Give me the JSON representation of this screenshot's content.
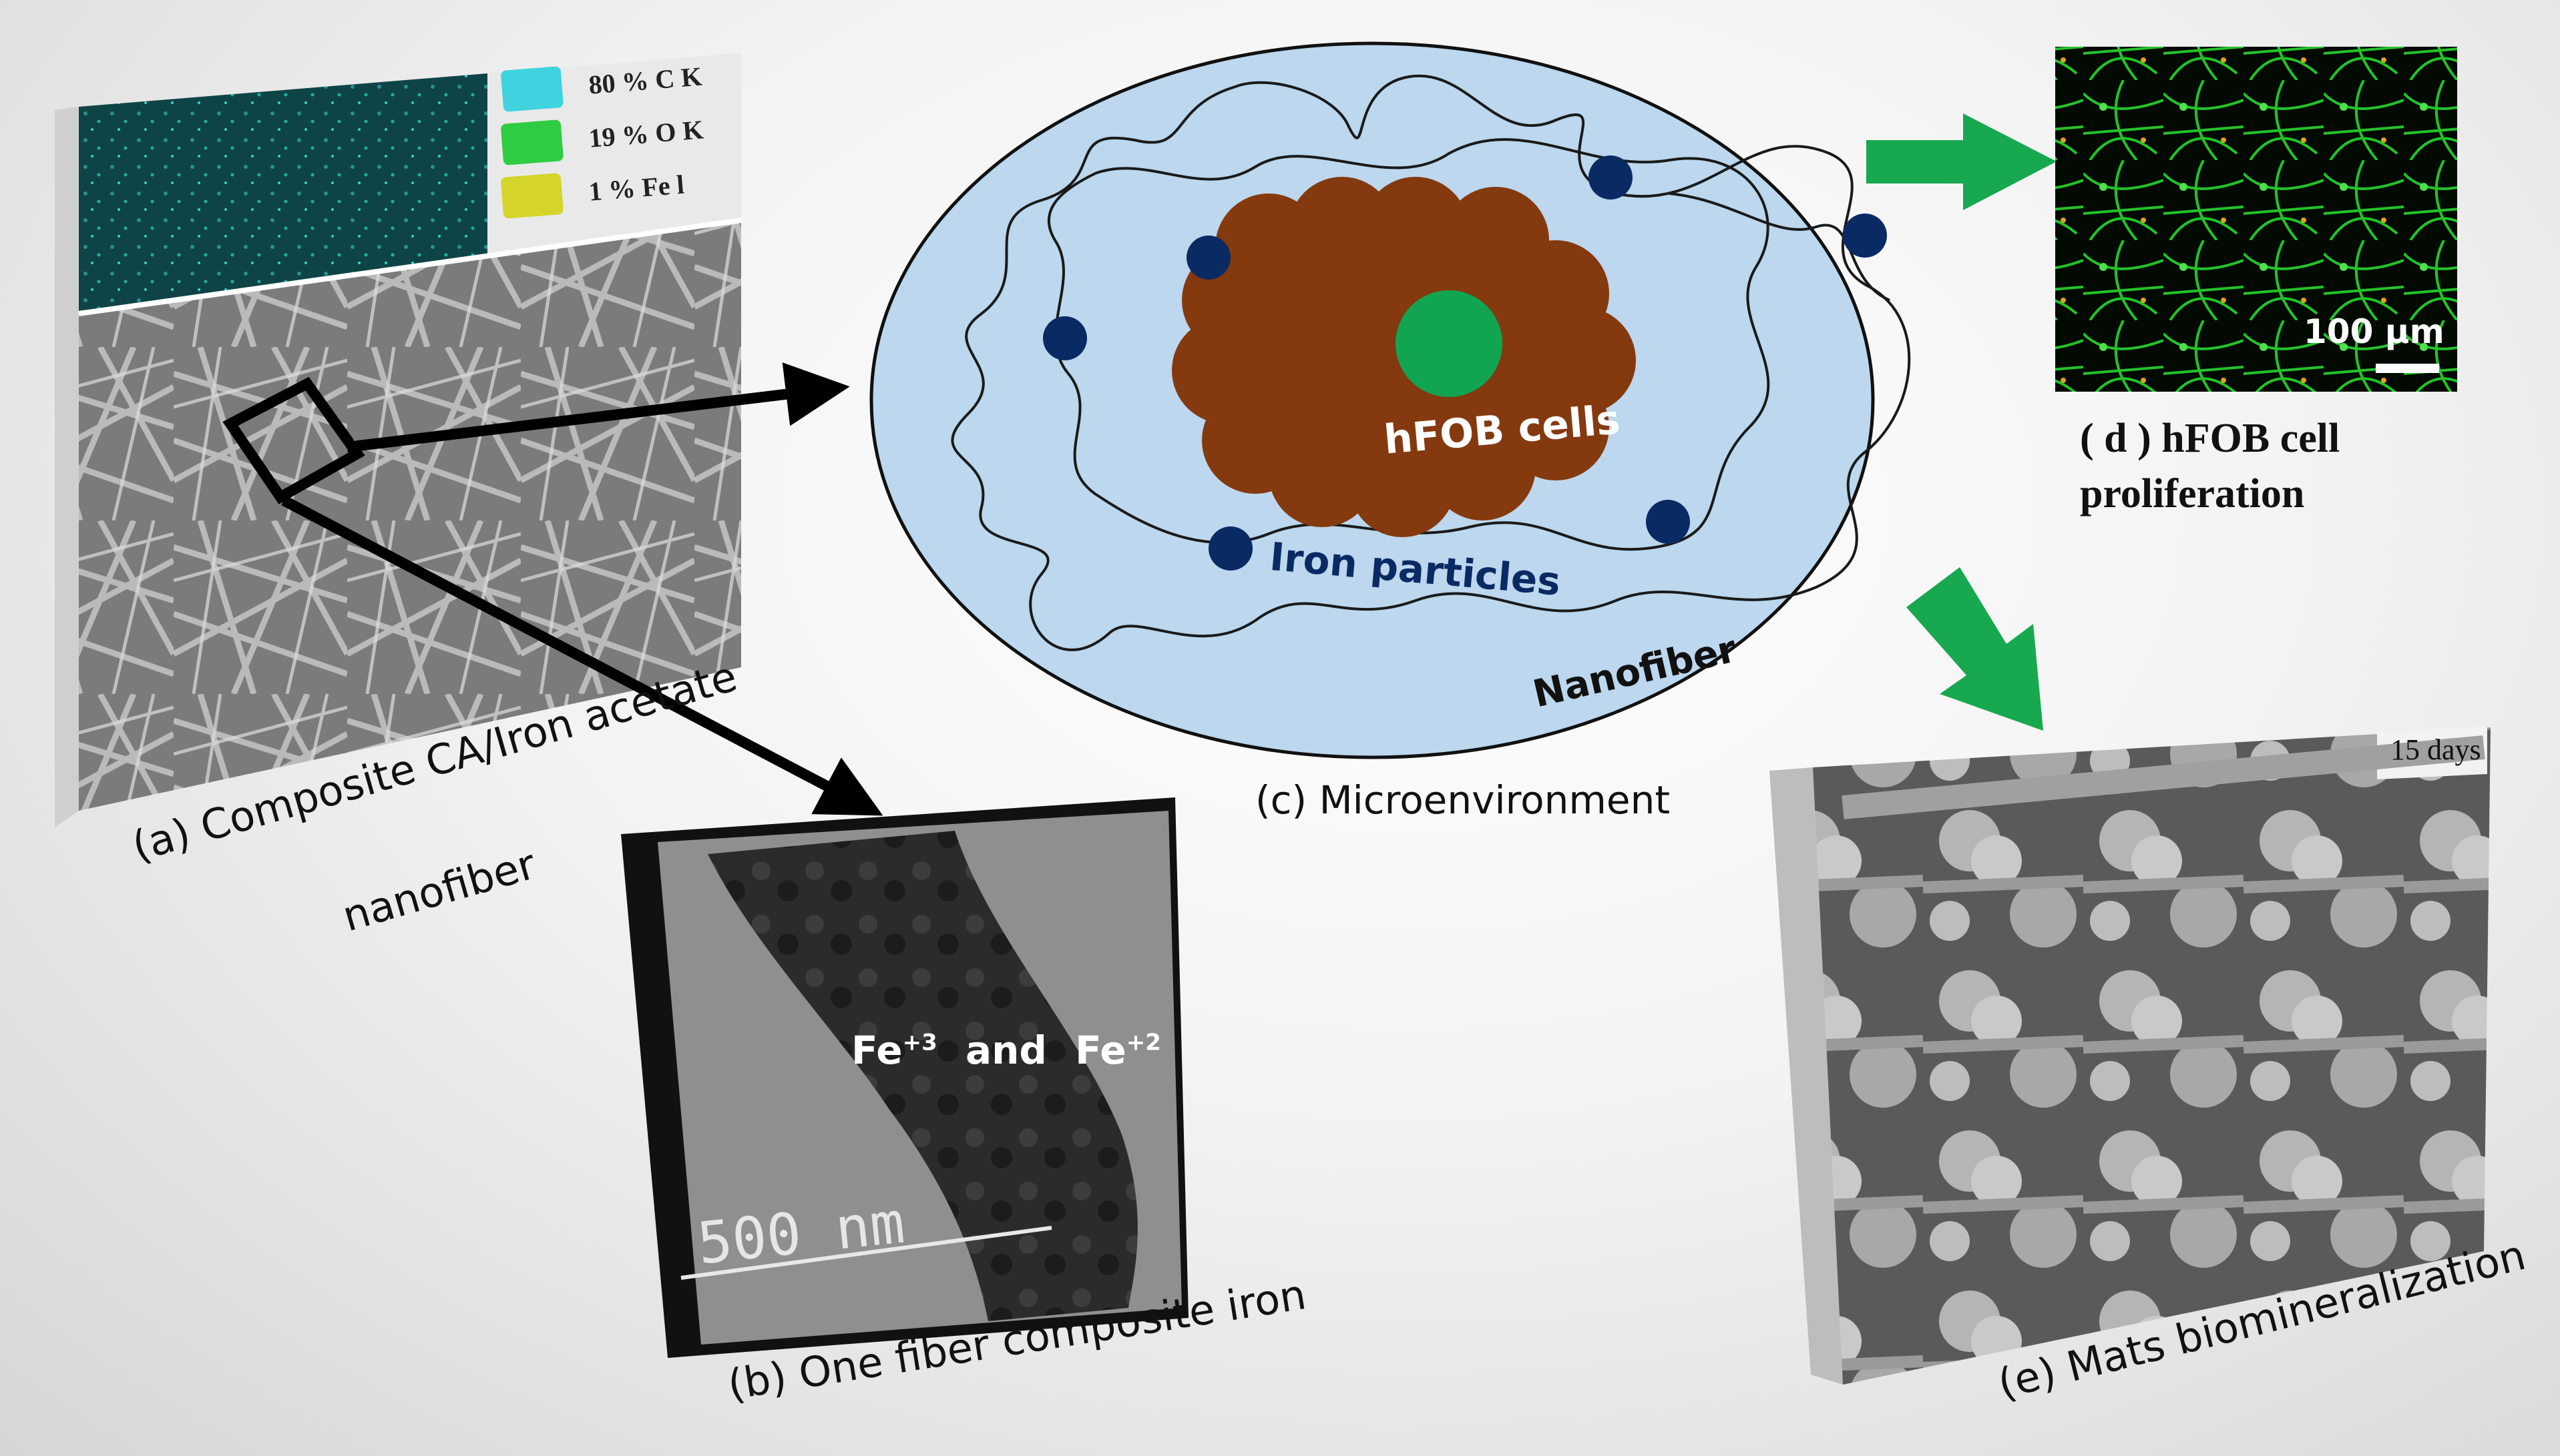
{
  "panel_a": {
    "caption_line1": "(a) Composite CA/Iron acetate",
    "caption_line2": "nanofiber",
    "legend": [
      {
        "text": "80 % C K",
        "color": "#3fd3e0"
      },
      {
        "text": "19 % O K",
        "color": "#2ecc40"
      },
      {
        "text": "1 % Fe l",
        "color": "#d4d42a"
      }
    ]
  },
  "panel_b": {
    "caption": "(b) One fiber composite iron",
    "overlay_fe3": "Fe",
    "overlay_fe3_sup": "+3",
    "overlay_and": "and",
    "overlay_fe2": "Fe",
    "overlay_fe2_sup": "+2",
    "scale": "500 nm"
  },
  "panel_c": {
    "caption": "(c) Microenvironment",
    "cell_label": "hFOB cells",
    "particles_label": "Iron particles",
    "fiber_label": "Nanofiber"
  },
  "panel_d": {
    "caption_line1": "( d ) hFOB cell",
    "caption_line2": "proliferation",
    "scale": "100 µm"
  },
  "panel_e": {
    "caption": "(e) Mats biomineralization",
    "time_tag": "15 days"
  },
  "colors": {
    "ellipse_fill": "#bcd7ee",
    "cell_body": "#84390f",
    "nucleus": "#12a551",
    "particle": "#0a2a63",
    "green_arrow": "#18a84f"
  }
}
